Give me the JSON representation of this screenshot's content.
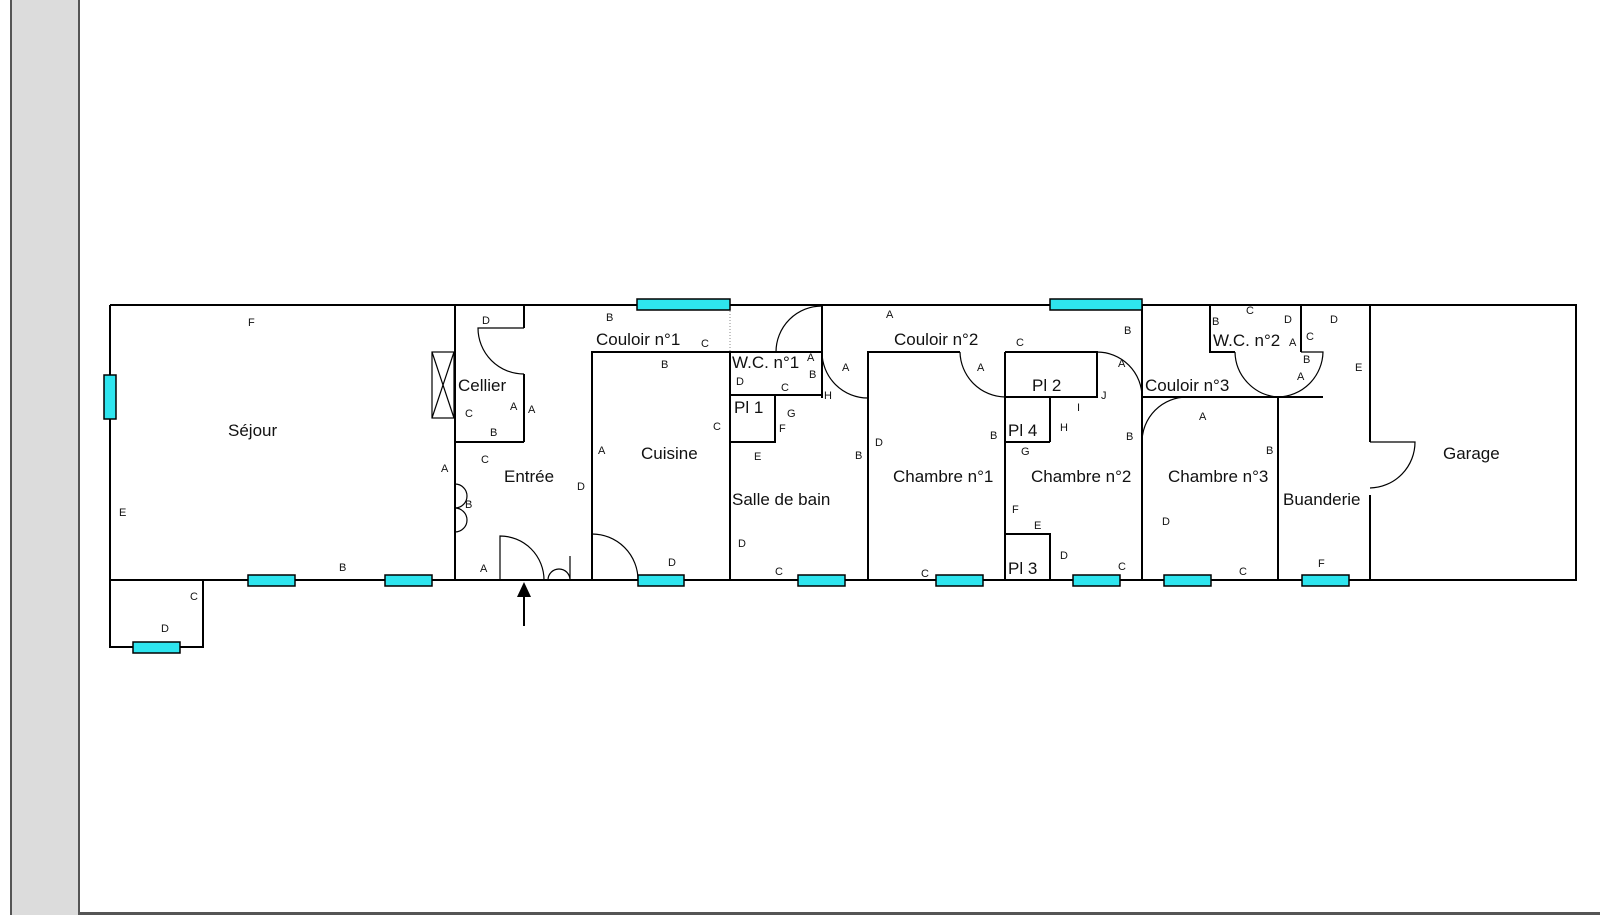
{
  "rooms": {
    "sejour": "Séjour",
    "cellier": "Cellier",
    "entree": "Entrée",
    "couloir1": "Couloir n°1",
    "cuisine": "Cuisine",
    "wc1": "W.C. n°1",
    "pl1": "Pl 1",
    "sdb": "Salle de bain",
    "couloir2": "Couloir n°2",
    "chambre1": "Chambre n°1",
    "pl2": "Pl  2",
    "pl4": "Pl 4",
    "pl3": "Pl 3",
    "chambre2": "Chambre n°2",
    "wc2": "W.C. n°2",
    "couloir3": "Couloir n°3",
    "chambre3": "Chambre n°3",
    "buanderie": "Buanderie",
    "garage": "Garage"
  },
  "wall_labels": {
    "sejour": [
      "F",
      "E",
      "D",
      "C",
      "B"
    ],
    "cellier": [
      "D",
      "C",
      "B",
      "A"
    ],
    "entree": [
      "A",
      "C",
      "A",
      "B",
      "D"
    ],
    "couloir1": [
      "B",
      "C",
      "B"
    ],
    "cuisine": [
      "A",
      "C",
      "D"
    ],
    "wc1": [
      "A",
      "B",
      "D",
      "C",
      "H"
    ],
    "pl1": [
      "G",
      "F",
      "E"
    ],
    "sdb": [
      "D",
      "C"
    ],
    "couloir2": [
      "A",
      "A",
      "C",
      "A",
      "B"
    ],
    "chambre1": [
      "D",
      "B",
      "C"
    ],
    "pl2": [
      "A",
      "I",
      "J"
    ],
    "pl4": [
      "B",
      "H",
      "G"
    ],
    "pl3": [
      "F",
      "E"
    ],
    "chambre2": [
      "B",
      "D",
      "C"
    ],
    "wc2": [
      "B",
      "C",
      "D",
      "A",
      "C",
      "B"
    ],
    "couloir3": [
      "A",
      "A"
    ],
    "chambre3": [
      "B",
      "D",
      "C"
    ],
    "buanderie": [
      "D",
      "E",
      "F"
    ]
  }
}
